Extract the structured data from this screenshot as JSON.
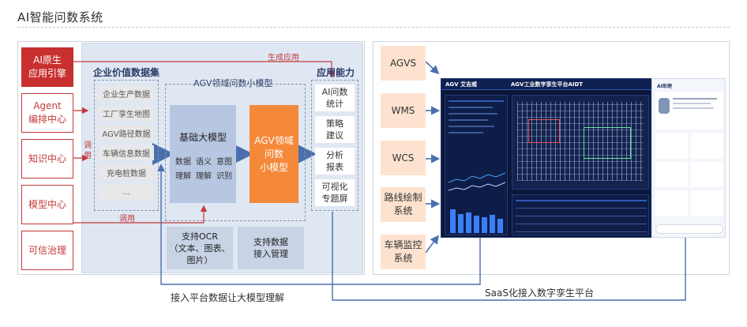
{
  "title": "AI智能问数系统",
  "left_column": [
    {
      "label": "AI原生\n应用引擎",
      "filled": true
    },
    {
      "label": "Agent\n编排中心",
      "filled": false
    },
    {
      "label": "知识中心",
      "filled": false
    },
    {
      "label": "模型中心",
      "filled": false
    },
    {
      "label": "可信治理",
      "filled": false
    }
  ],
  "arrows": {
    "generate_app": "生成应用",
    "invoke_top": "调用",
    "invoke_bottom": "调用"
  },
  "enterprise_dataset": {
    "title": "企业价值数据集",
    "items": [
      "企业生产数据",
      "工厂孪生地图",
      "AGV路径数据",
      "车辆信息数据",
      "充电桩数据",
      "..."
    ]
  },
  "agv_model": {
    "title": "AGV领域问数小模型",
    "base_model": {
      "title": "基础大模型",
      "grid": [
        "数据",
        "语义",
        "意图",
        "理解",
        "理解",
        "识别"
      ]
    },
    "small_model": "AGV领域\n问数\n小模型"
  },
  "support": [
    "支持OCR\n（文本、图表、\n图片）",
    "支持数据\n接入管理"
  ],
  "app_capabilities": {
    "title": "应用能力",
    "items": [
      "AI问数\n统计",
      "策略\n建议",
      "分析\n报表",
      "可视化\n专题屏"
    ]
  },
  "systems": [
    "AGVS",
    "WMS",
    "WCS",
    "路线绘制\n系统",
    "车辆监控\n系统"
  ],
  "screens": {
    "dashboard_logo": "AGV 艾吉威",
    "dashboard_title": "AGV工业数字孪生平台AIDT",
    "assistant_title": "AI助理"
  },
  "bottom_captions": {
    "left": "接入平台数据让大模型理解",
    "right": "SaaS化接入数字孪生平台"
  }
}
